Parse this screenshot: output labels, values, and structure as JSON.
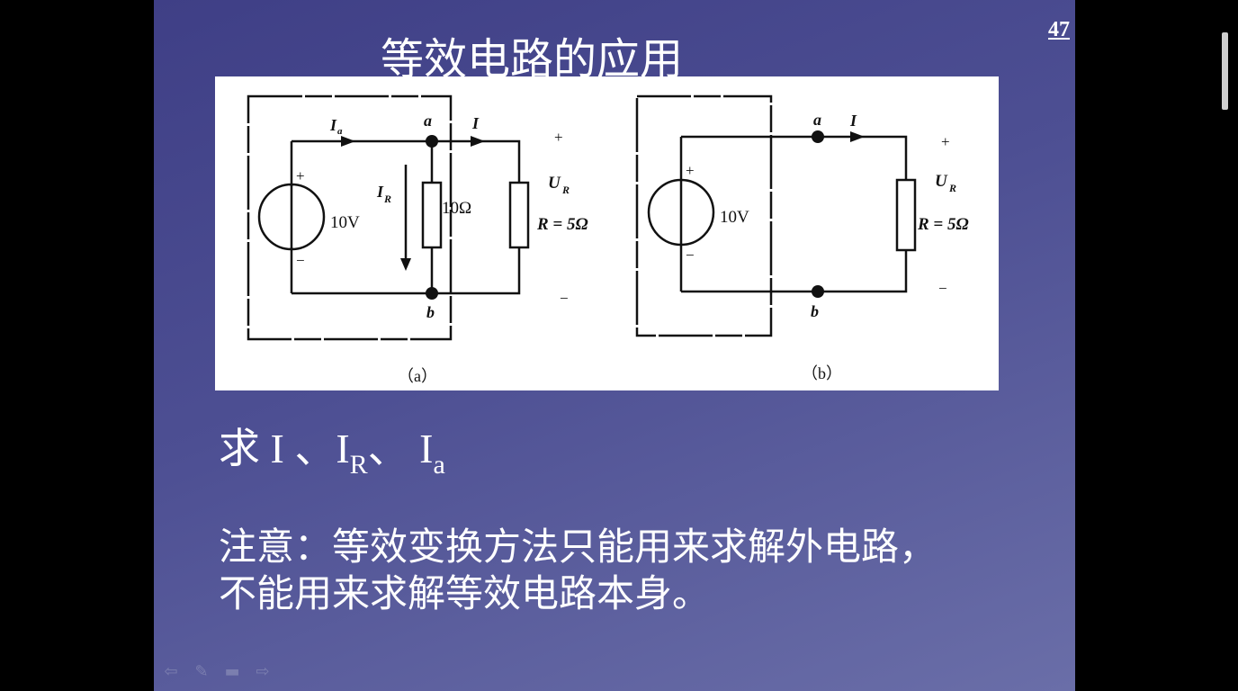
{
  "slide": {
    "title": "等效电路的应用",
    "page_number": "47"
  },
  "figure": {
    "a": {
      "caption": "（a）",
      "source_voltage": "10V",
      "plus": "+",
      "minus": "−",
      "node_a": "a",
      "node_b": "b",
      "current_Ia": "I",
      "current_Ia_sub": "a",
      "current_I": "I",
      "current_IR": "I",
      "current_IR_sub": "R",
      "resistor_10": "10Ω",
      "voltage_UR": "U",
      "voltage_UR_sub": "R",
      "resistance_R": "R = 5Ω",
      "out_plus": "+",
      "out_minus": "−"
    },
    "b": {
      "caption": "（b）",
      "source_voltage": "10V",
      "plus": "+",
      "minus": "−",
      "node_a": "a",
      "node_b": "b",
      "current_I": "I",
      "voltage_UR": "U",
      "voltage_UR_sub": "R",
      "resistance_R": "R = 5Ω",
      "out_plus": "+",
      "out_minus": "−"
    }
  },
  "question": {
    "prefix": "求 I 、I",
    "sub1": "R",
    "sep": "、 I",
    "sub2": "a"
  },
  "note": {
    "line1": "注意：等效变换方法只能用来求解外电路，",
    "line2": "不能用来求解等效电路本身。"
  },
  "nav": {
    "prev": "⇦",
    "pen": "✎",
    "menu": "▬",
    "next": "⇨"
  }
}
